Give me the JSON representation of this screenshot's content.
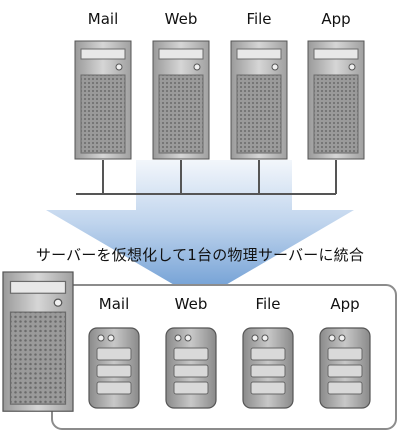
{
  "physical_servers": {
    "labels": [
      "Mail",
      "Web",
      "File",
      "App"
    ]
  },
  "caption": "サーバーを仮想化して1台の物理サーバーに統合",
  "virtual_servers": {
    "labels": [
      "Mail",
      "Web",
      "File",
      "App"
    ]
  },
  "colors": {
    "server_light": "#d8d8d8",
    "server_dark": "#4a4a4a",
    "arrow_top": "#eef4fb",
    "arrow_bottom": "#5f93cf",
    "host_border": "#8c8c8c"
  }
}
